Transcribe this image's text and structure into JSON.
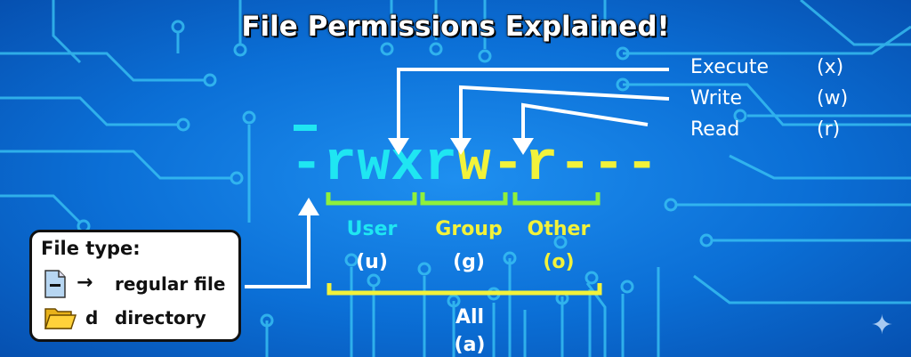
{
  "title": "File Permissions Explained!",
  "permission_string": {
    "cap": "-",
    "cyan_part": "-rwxr",
    "yellow_part": "w-r---"
  },
  "legend": [
    {
      "name": "Execute",
      "abbr": "(x)"
    },
    {
      "name": "Write",
      "abbr": "(w)"
    },
    {
      "name": "Read",
      "abbr": "(r)"
    }
  ],
  "groups": [
    {
      "name": "User",
      "abbr": "(u)"
    },
    {
      "name": "Group",
      "abbr": "(g)"
    },
    {
      "name": "Other",
      "abbr": "(o)"
    }
  ],
  "all": {
    "name": "All",
    "abbr": "(a)"
  },
  "file_type": {
    "heading": "File type:",
    "regular_symbol": "→",
    "regular_label": "regular file",
    "dir_symbol": "d",
    "dir_label": "directory"
  },
  "colors": {
    "cyan": "#1fe6f2",
    "yellow": "#f2f23a",
    "green": "#8ff03c",
    "background": "#0b6fd6"
  }
}
